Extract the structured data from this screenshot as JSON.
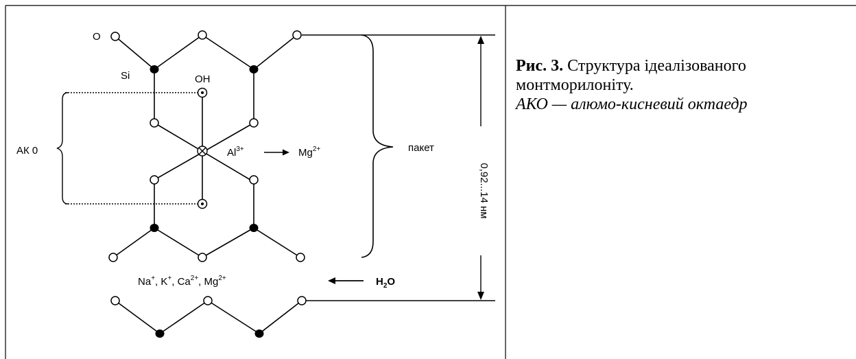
{
  "diagram": {
    "labels": {
      "o": "O",
      "si": "Si",
      "oh": "OH",
      "ak": "АК 0",
      "al": "Al",
      "al_charge": "3+",
      "mg": "Mg",
      "mg_charge": "2+",
      "packet": "пакет",
      "distance": "0,92...14 нм",
      "ions": {
        "na": "Na",
        "na_charge": "+",
        "k": "K",
        "k_charge": "+",
        "ca": "Ca",
        "ca_charge": "2+",
        "mg": "Mg",
        "mg_charge": "2+",
        "sep": ", "
      },
      "water": {
        "h": "H",
        "sub": "2",
        "o": "O"
      }
    }
  },
  "caption": {
    "fig_label": "Рис. 3.",
    "title": " Структура ідеалізованого монтморилоніту.",
    "note": "АКО — алюмо-кисневий октаедр"
  }
}
